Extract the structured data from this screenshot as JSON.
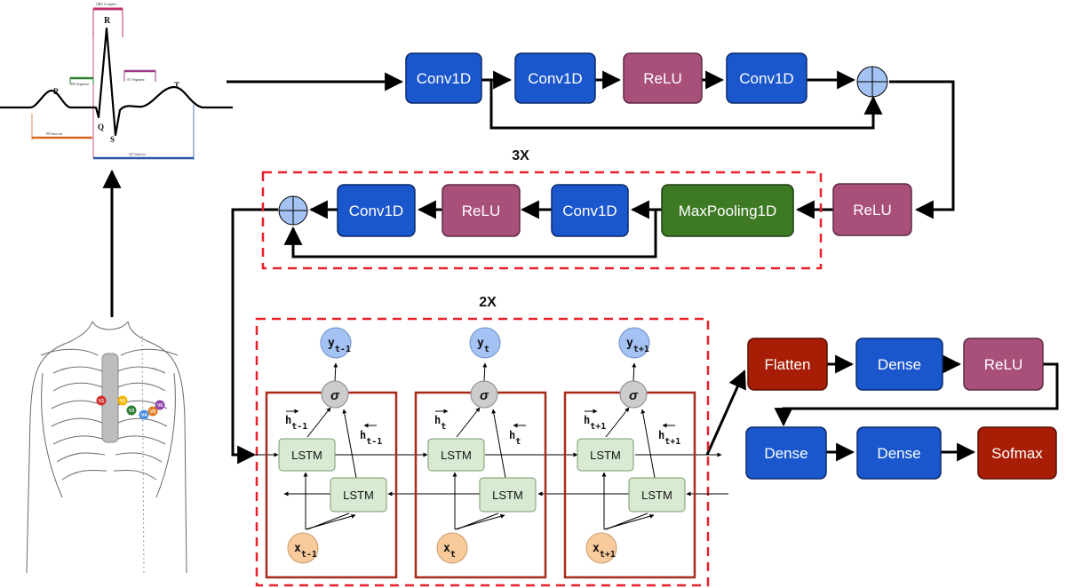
{
  "colors": {
    "blue": "#1a56cc",
    "mauve": "#a8507a",
    "green": "#3e7a24",
    "red": "#a81d05",
    "lstm_fill": "#d9ead3",
    "sigma_fill": "#cccccc",
    "y_fill": "#a4c2f4",
    "x_fill": "#f9cb9c",
    "dash_red": "#e8202a",
    "cell_border": "#a82b1a"
  },
  "ecg": {
    "waves": {
      "p": "P",
      "q": "Q",
      "r": "R",
      "s": "S",
      "t": "T"
    },
    "segments": {
      "qrs_complex": "QRS Complex",
      "pr_segment": "PR Segment",
      "st_segment": "ST Segment",
      "pr_interval": "PR Interval",
      "qt_interval": "QT Interval"
    },
    "leads": [
      "V1",
      "V2",
      "V3",
      "V4",
      "V5",
      "V6"
    ]
  },
  "residual_block": {
    "conv1": "Conv1D",
    "conv2": "Conv1D",
    "relu": "ReLU",
    "conv3": "Conv1D"
  },
  "relu_right": "ReLU",
  "repeat_block": {
    "label": "3X",
    "maxpool": "MaxPooling1D",
    "conv_a": "Conv1D",
    "relu": "ReLU",
    "conv_b": "Conv1D"
  },
  "lstm_block": {
    "label": "2X",
    "sigma": "σ",
    "lstm": "LSTM",
    "cells": [
      {
        "y": "y",
        "y_sub": "t-1",
        "x": "x",
        "x_sub": "t-1",
        "hf": "h",
        "hf_sub": "t-1",
        "hb": "h",
        "hb_sub": "t-1"
      },
      {
        "y": "y",
        "y_sub": "t",
        "x": "x",
        "x_sub": "t",
        "hf": "h",
        "hf_sub": "t",
        "hb": "h",
        "hb_sub": "t"
      },
      {
        "y": "y",
        "y_sub": "t+1",
        "x": "x",
        "x_sub": "t+1",
        "hf": "h",
        "hf_sub": "t+1",
        "hb": "h",
        "hb_sub": "t+1"
      }
    ]
  },
  "head": {
    "flatten": "Flatten",
    "dense1": "Dense",
    "relu": "ReLU",
    "dense2": "Dense",
    "dense3": "Dense",
    "softmax": "Sofmax"
  }
}
